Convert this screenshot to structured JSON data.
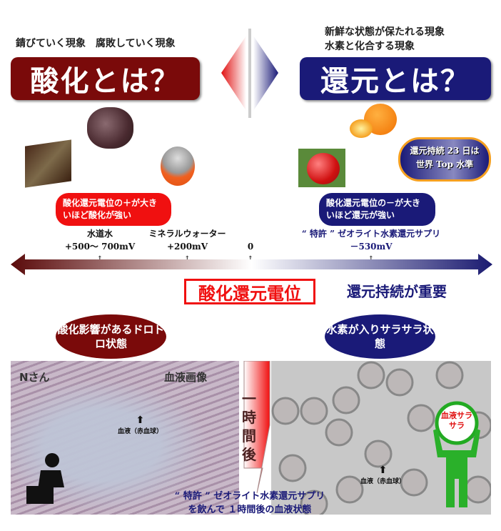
{
  "oxidation": {
    "subtitle": "錆びていく現象　腐敗していく現象",
    "title": "酸化とは？",
    "note": "酸化還元電位の＋が大きいほど酸化が強い",
    "color": "#7a0a0a"
  },
  "reduction": {
    "subtitle_1": "新鮮な状態が保たれる現象",
    "subtitle_2": "水素と化合する現象",
    "title": "還元とは？",
    "note": "酸化還元電位の－が大きいほど還元が強い",
    "cloud": "還元持続 23 日は世界 Top 水準",
    "color": "#1a1a78"
  },
  "scale": {
    "items": [
      {
        "name": "水道水",
        "value": "+500～ 700mV"
      },
      {
        "name": "ミネラルウォーター",
        "value": "+200mV"
      },
      {
        "name": "",
        "value": "0"
      },
      {
        "name": "“ 特許 ” ゼオライト水素還元サプリ",
        "value": "－530mV"
      }
    ],
    "label": "酸化還元電位",
    "emphasis": "還元持続が重要"
  },
  "before": {
    "bubble": "酸化影響があるドロドロ状態",
    "person": "Nさん",
    "image_title": "血液画像",
    "cell_label": "血液（赤血球）"
  },
  "transition": "一時間後",
  "after": {
    "bubble": "水素が入りサラサラ状態",
    "cell_label": "血液（赤血球）",
    "sign": "血液サラサラ"
  },
  "caption": {
    "line1": "“ 特許 ” ゼオライト水素還元サプリ",
    "line2": "を飲んで １時間後の血液状態"
  }
}
